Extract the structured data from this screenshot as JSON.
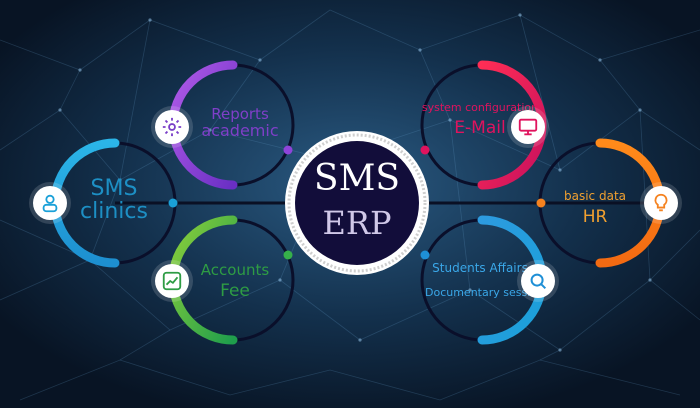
{
  "hub": {
    "line1": "SMS",
    "line2": "ERP",
    "line2_color": "#d0c8e8"
  },
  "nodes": [
    {
      "id": "reports-academic",
      "line1": "Reports",
      "line2": "academic",
      "color": "#8e44d9",
      "text_color": "#7f3fc8",
      "icon": "gear-icon"
    },
    {
      "id": "sms-clinics",
      "line1": "SMS",
      "line2": "clinics",
      "color": "#1aa0d8",
      "text_color": "#1d8fc4",
      "icon": "user-icon"
    },
    {
      "id": "accounts-fee",
      "line1": "Accounts",
      "line2": "Fee",
      "color": "#36b04a",
      "text_color": "#2e9c44",
      "icon": "chart-icon"
    },
    {
      "id": "system-email",
      "line1": "system configuration",
      "line2": "E-Mail",
      "color": "#e0135e",
      "text_color": "#e0135e",
      "icon": "monitor-icon"
    },
    {
      "id": "basic-hr",
      "line1": "basic data",
      "line2": "HR",
      "color": "#f5821f",
      "text_color": "#f0a030",
      "icon": "lightbulb-icon"
    },
    {
      "id": "students-doc",
      "line1": "Students Affairs",
      "line2": "Documentary session",
      "color": "#1e8fd6",
      "text_color": "#3aa7e8",
      "icon": "search-icon"
    }
  ]
}
